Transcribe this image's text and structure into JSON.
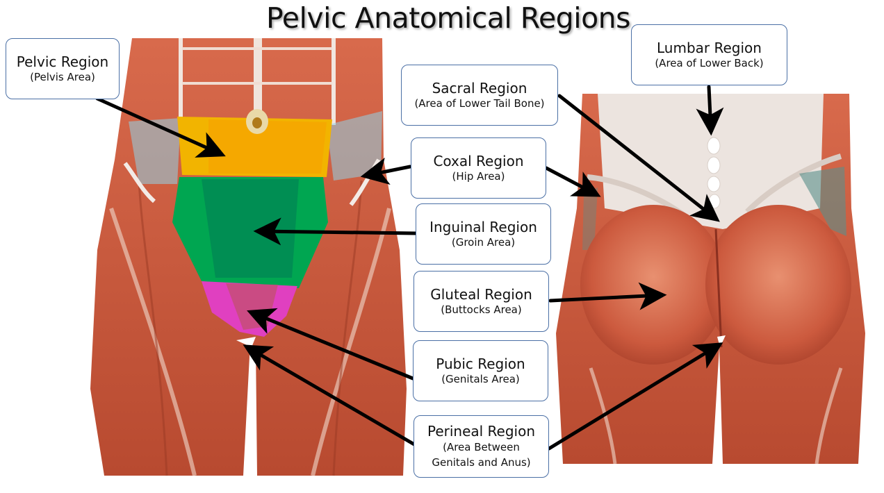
{
  "title": "Pelvic Anatomical Regions",
  "regions": [
    {
      "key": "pelvic",
      "name": "Pelvic Region",
      "sub": "(Pelvis Area)",
      "color": "#f2b400"
    },
    {
      "key": "lumbar",
      "name": "Lumbar Region",
      "sub": "(Area of Lower Back)"
    },
    {
      "key": "sacral",
      "name": "Sacral Region",
      "sub": "(Area of Lower Tail Bone)"
    },
    {
      "key": "coxal",
      "name": "Coxal Region",
      "sub": "(Hip Area)",
      "color": "#8fd3e8"
    },
    {
      "key": "inguinal",
      "name": "Inguinal Region",
      "sub": "(Groin Area)",
      "color": "#00a651"
    },
    {
      "key": "gluteal",
      "name": "Gluteal Region",
      "sub": "(Buttocks Area)"
    },
    {
      "key": "pubic",
      "name": "Pubic Region",
      "sub": "(Genitals Area)",
      "color": "#e040c0"
    },
    {
      "key": "perineal",
      "name": "Perineal Region",
      "sub": "(Area Between Genitals and Anus)"
    }
  ],
  "colors": {
    "muscle": "#c8583c",
    "muscle_light": "#e08a6a",
    "tendon": "#efe9e4",
    "arrow": "#000000",
    "box_border": "#4a6fa5"
  }
}
